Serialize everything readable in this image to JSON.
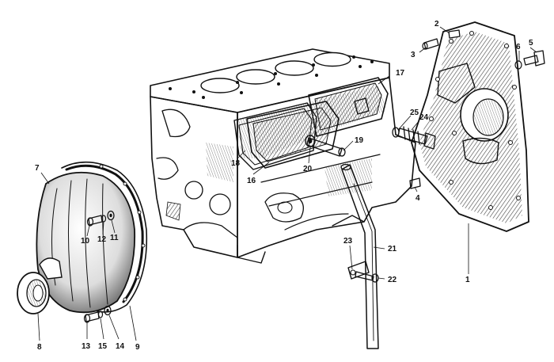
{
  "figure": {
    "kind": "exploded-view line illustration",
    "colors": {
      "ink": "#111111",
      "paper": "#ffffff",
      "hatch": "#444444"
    },
    "parts": [
      {
        "name": "front-engine-plate",
        "callout": "1"
      },
      {
        "name": "plate-stud",
        "callout": "2"
      },
      {
        "name": "dowel",
        "callout": "3"
      },
      {
        "name": "locating-dowel",
        "callout": "4"
      },
      {
        "name": "plate-bolt",
        "callout": "5"
      },
      {
        "name": "plate-washer",
        "callout": "6"
      },
      {
        "name": "rear-oil-seal-housing",
        "callout": "7"
      },
      {
        "name": "oil-seal",
        "callout": "8"
      },
      {
        "name": "housing-gasket",
        "callout": "9"
      },
      {
        "name": "housing-bolt",
        "callout": "10"
      },
      {
        "name": "housing-washer",
        "callout": "11"
      },
      {
        "name": "housing-lockwasher",
        "callout": "12"
      },
      {
        "name": "lower-bolt",
        "callout": "13"
      },
      {
        "name": "lower-washer",
        "callout": "14"
      },
      {
        "name": "lower-lockwasher",
        "callout": "15"
      },
      {
        "name": "side-cover",
        "callout": "16"
      },
      {
        "name": "side-cover-rear",
        "callout": "17"
      },
      {
        "name": "cover-gasket",
        "callout": "18"
      },
      {
        "name": "cover-bolt",
        "callout": "19"
      },
      {
        "name": "cover-washer",
        "callout": "20"
      },
      {
        "name": "dipstick-tube",
        "callout": "21"
      },
      {
        "name": "tube-bolt",
        "callout": "22"
      },
      {
        "name": "tube-clip",
        "callout": "23"
      },
      {
        "name": "drain-tap",
        "callout": "24"
      },
      {
        "name": "tap-washer",
        "callout": "25"
      }
    ]
  }
}
